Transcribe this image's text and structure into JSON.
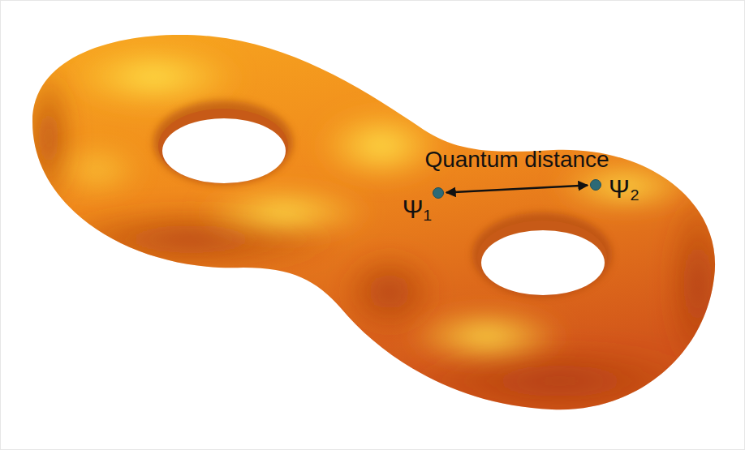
{
  "diagram": {
    "nodes": [
      {
        "text": [
          "Ψ₁"
        ]
      },
      {
        "text": [
          "Ψ₂"
        ]
      }
    ],
    "edges": [
      {
        "from": 0,
        "to": 1,
        "arrow": "both",
        "label": "Quantum distance"
      }
    ]
  }
}
